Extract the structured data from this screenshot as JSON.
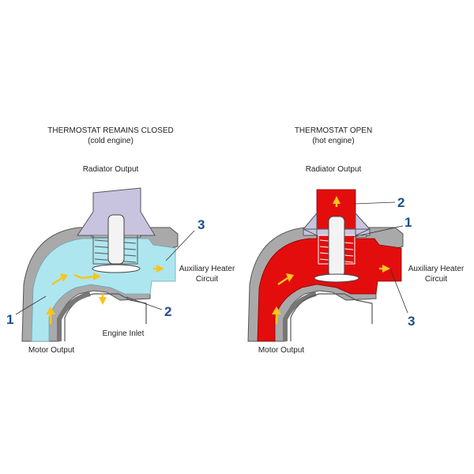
{
  "colors": {
    "cold_coolant": "#aee6f0",
    "hot_coolant": "#e30d0d",
    "housing_gray": "#a9a9a9",
    "cap_lavender": "#c8c4e0",
    "arrow_yellow": "#f7c51b",
    "callout_blue": "#1f4e8c"
  },
  "left_panel": {
    "title": "THERMOSTAT REMAINS CLOSED",
    "subtitle": "(cold engine)",
    "radiator_output": "Radiator Output",
    "aux_heater_line1": "Auxiliary Heater",
    "aux_heater_line2": "Circuit",
    "engine_inlet": "Engine Inlet",
    "motor_output": "Motor Output",
    "callout_1": "1",
    "callout_2": "2",
    "callout_3": "3"
  },
  "right_panel": {
    "title": "THERMOSTAT OPEN",
    "subtitle": "(hot engine)",
    "radiator_output": "Radiator Output",
    "aux_heater_line1": "Auxiliary Heater",
    "aux_heater_line2": "Circuit",
    "motor_output": "Motor Output",
    "callout_1": "1",
    "callout_2": "2",
    "callout_3": "3"
  }
}
